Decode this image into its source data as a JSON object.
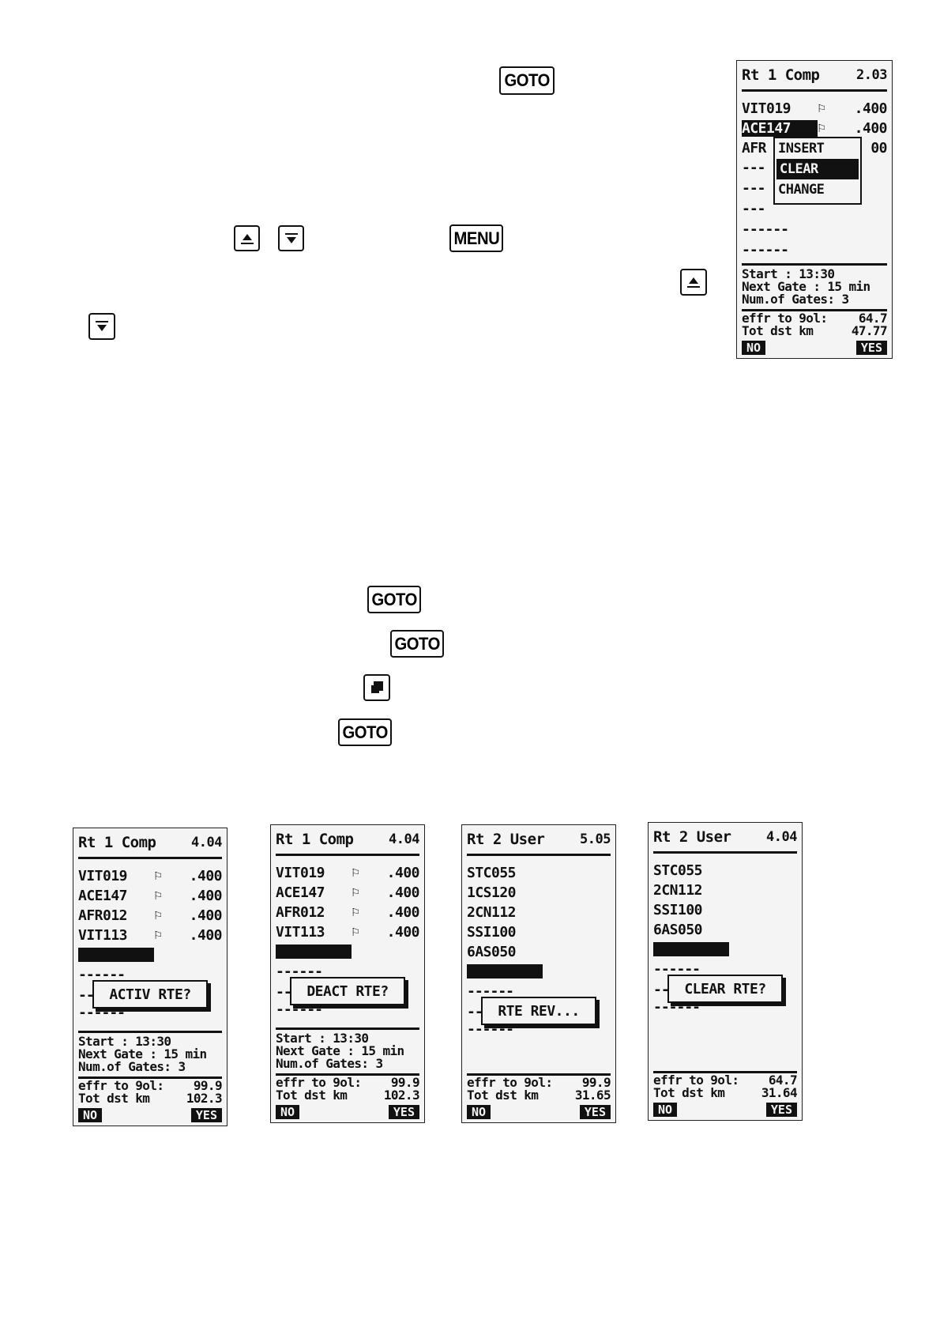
{
  "keys": {
    "goto": "GOTO",
    "menu": "MENU",
    "up": "up-arrow-key",
    "down": "down-arrow-key",
    "page": "page-key"
  },
  "screen_top": {
    "title": "Rt 1 Comp",
    "version": "2.03",
    "waypoints": [
      {
        "name": "VIT019",
        "alt": ".400"
      },
      {
        "name": "ACE147",
        "alt": ".400"
      },
      {
        "name": "AFR",
        "alt": "00"
      }
    ],
    "dashes": [
      "---",
      "---",
      "---",
      "------",
      "------"
    ],
    "menu": [
      "INSERT",
      "CLEAR",
      "CHANGE"
    ],
    "info": {
      "start": "Start : 13:30",
      "next_gate": "Next Gate : 15  min",
      "num_gates": "Num.of Gates: 3",
      "effr_label": "effr to 9ol:",
      "effr_value": "64.7",
      "tot_label": "Tot dst km",
      "tot_value": "47.77"
    },
    "no": "NO",
    "yes": "YES"
  },
  "screens_bottom": [
    {
      "title": "Rt 1 Comp",
      "version": "4.04",
      "waypoints": [
        {
          "name": "VIT019",
          "alt": ".400"
        },
        {
          "name": "ACE147",
          "alt": ".400"
        },
        {
          "name": "AFR012",
          "alt": ".400"
        },
        {
          "name": "VIT113",
          "alt": ".400"
        }
      ],
      "popup": "ACTIV RTE?",
      "start": "Start : 13:30",
      "next_gate": "Next Gate : 15  min",
      "num_gates": "Num.of Gates: 3",
      "effr_label": "effr to 9ol:",
      "effr_value": "99.9",
      "tot_label": "Tot dst km",
      "tot_value": "102.3",
      "no": "NO",
      "yes": "YES"
    },
    {
      "title": "Rt 1 Comp",
      "version": "4.04",
      "waypoints": [
        {
          "name": "VIT019",
          "alt": ".400"
        },
        {
          "name": "ACE147",
          "alt": ".400"
        },
        {
          "name": "AFR012",
          "alt": ".400"
        },
        {
          "name": "VIT113",
          "alt": ".400"
        }
      ],
      "popup": "DEACT RTE?",
      "start": "Start : 13:30",
      "next_gate": "Next Gate : 15  min",
      "num_gates": "Num.of Gates: 3",
      "effr_label": "effr to 9ol:",
      "effr_value": "99.9",
      "tot_label": "Tot dst km",
      "tot_value": "102.3",
      "no": "NO",
      "yes": "YES"
    },
    {
      "title": "Rt 2 User",
      "version": "5.05",
      "waypoints": [
        {
          "name": "STC055"
        },
        {
          "name": "1CS120"
        },
        {
          "name": "2CN112"
        },
        {
          "name": "SSI100"
        },
        {
          "name": "6AS050"
        }
      ],
      "popup": "RTE REV...",
      "effr_label": "effr to 9ol:",
      "effr_value": "99.9",
      "tot_label": "Tot dst km",
      "tot_value": "31.65",
      "no": "NO",
      "yes": "YES"
    },
    {
      "title": "Rt 2 User",
      "version": "4.04",
      "waypoints": [
        {
          "name": "STC055"
        },
        {
          "name": "2CN112"
        },
        {
          "name": "SSI100"
        },
        {
          "name": "6AS050"
        }
      ],
      "popup": "CLEAR RTE?",
      "effr_label": "effr to 9ol:",
      "effr_value": "64.7",
      "tot_label": "Tot dst km",
      "tot_value": "31.64",
      "no": "NO",
      "yes": "YES"
    }
  ]
}
